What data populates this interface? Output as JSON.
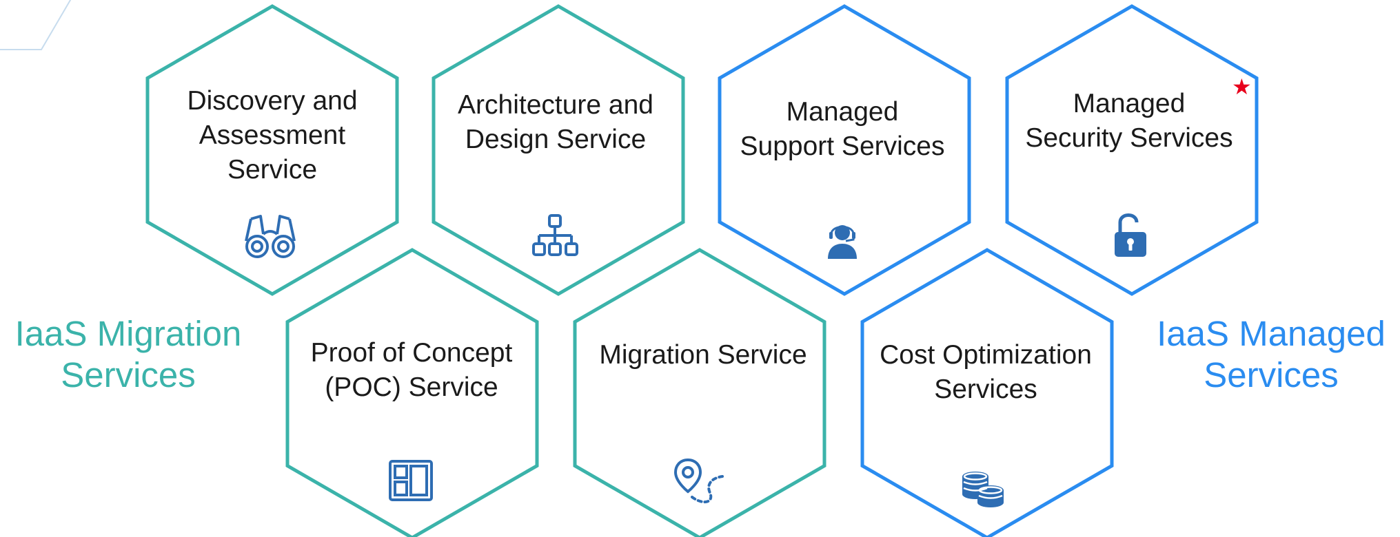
{
  "colors": {
    "migration": "#3bb3aa",
    "managed": "#2a8cf0",
    "icon": "#2e6db3",
    "text": "#1a1a1a",
    "star": "#e8001c",
    "corner_line": "#c7dcee"
  },
  "groups": {
    "migration": {
      "lines": [
        "IaaS Migration",
        "Services"
      ]
    },
    "managed": {
      "lines": [
        "IaaS Managed",
        "Services"
      ]
    }
  },
  "hexagons": [
    {
      "id": "discovery",
      "group": "migration",
      "lines": [
        "Discovery and",
        "Assessment",
        "Service"
      ],
      "icon": "binoculars-icon"
    },
    {
      "id": "architecture",
      "group": "migration",
      "lines": [
        "Architecture and",
        "Design Service"
      ],
      "icon": "hierarchy-icon"
    },
    {
      "id": "support",
      "group": "managed",
      "lines": [
        "Managed",
        "Support Services"
      ],
      "icon": "support-agent-icon"
    },
    {
      "id": "security",
      "group": "managed",
      "lines": [
        "Managed",
        "Security Services"
      ],
      "icon": "unlock-icon",
      "marker": "★"
    },
    {
      "id": "poc",
      "group": "migration",
      "lines": [
        "Proof of Concept",
        "(POC) Service"
      ],
      "icon": "layout-icon"
    },
    {
      "id": "migration",
      "group": "migration",
      "lines": [
        "Migration Service"
      ],
      "icon": "route-pin-icon"
    },
    {
      "id": "cost",
      "group": "managed",
      "lines": [
        "Cost Optimization",
        "Services"
      ],
      "icon": "coins-icon"
    }
  ]
}
